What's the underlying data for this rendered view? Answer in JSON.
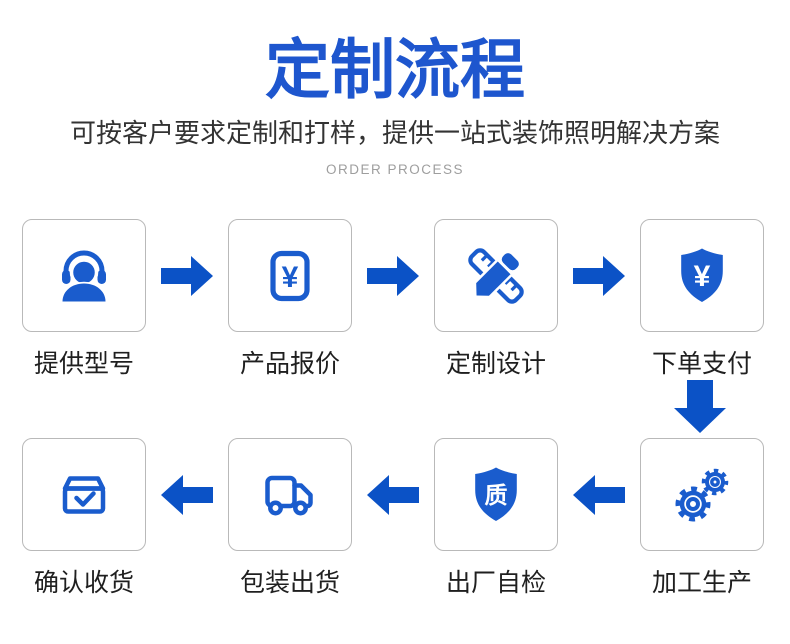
{
  "header": {
    "title": "定制流程",
    "subtitle": "可按客户要求定制和打样，提供一站式装饰照明解决方案",
    "tagline": "ORDER PROCESS"
  },
  "colors": {
    "title-blue": "#1e56ce",
    "arrow-blue": "#0b52c6",
    "icon-blue": "#1a5ccd",
    "box-border": "#b9b9b9",
    "subtitle-text": "#333333",
    "tagline-text": "#9e9e9e",
    "label-text": "#1f1f1f"
  },
  "symbols": {
    "yuan": "¥",
    "quality": "质"
  },
  "steps": [
    {
      "label": "提供型号",
      "icon": "customer-service-icon"
    },
    {
      "label": "产品报价",
      "icon": "price-card-icon"
    },
    {
      "label": "定制设计",
      "icon": "design-pencil-ruler-icon"
    },
    {
      "label": "下单支付",
      "icon": "payment-shield-icon"
    },
    {
      "label": "加工生产",
      "icon": "gears-icon"
    },
    {
      "label": "出厂自检",
      "icon": "quality-shield-icon"
    },
    {
      "label": "包装出货",
      "icon": "delivery-truck-icon"
    },
    {
      "label": "确认收货",
      "icon": "box-check-icon"
    }
  ]
}
